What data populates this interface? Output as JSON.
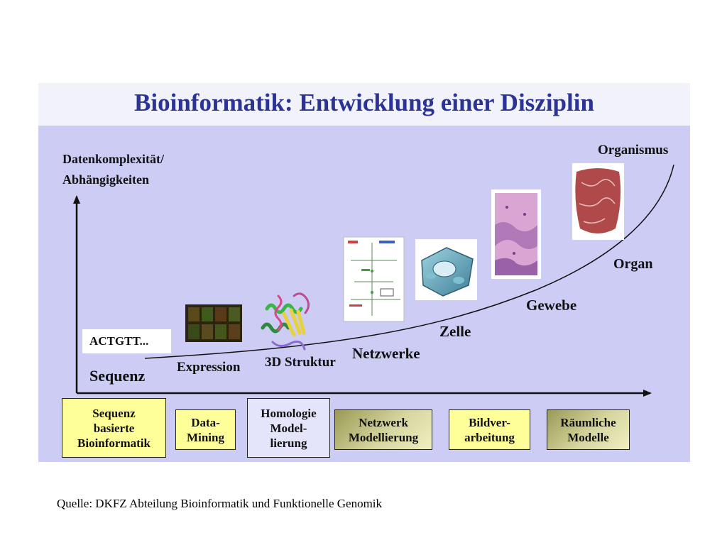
{
  "title": "Bioinformatik: Entwicklung einer Disziplin",
  "y_axis_label_line1": "Datenkomplexität/",
  "y_axis_label_line2": "Abhängigkeiten",
  "curve_labels": {
    "sequenz": "Sequenz",
    "expression": "Expression",
    "struktur": "3D Struktur",
    "netzwerke": "Netzwerke",
    "zelle": "Zelle",
    "gewebe": "Gewebe",
    "organ": "Organ",
    "organismus": "Organismus"
  },
  "sequence_box": "ACTGTT...",
  "boxes": [
    {
      "lines": [
        "Sequenz",
        "basierte",
        "Bioinformatik"
      ]
    },
    {
      "lines": [
        "Data-",
        "Mining"
      ]
    },
    {
      "lines": [
        "Homologie",
        "Model-",
        "lierung"
      ]
    },
    {
      "lines": [
        "Netzwerk",
        "Modellierung"
      ]
    },
    {
      "lines": [
        "Bildver-",
        "arbeitung"
      ]
    },
    {
      "lines": [
        "Räumliche",
        "Modelle"
      ]
    }
  ],
  "colors": {
    "title": "#2b3494",
    "background": "#ccccf5",
    "title_band": "#f2f2fa",
    "box_yellow": "#ffff99",
    "box_lavender": "#e4e4fb",
    "box_olive_dark": "#8a8a4a",
    "box_olive_light": "#e8e8b0"
  },
  "source": "Quelle: DKFZ Abteilung Bioinformatik und Funktionelle Genomik"
}
